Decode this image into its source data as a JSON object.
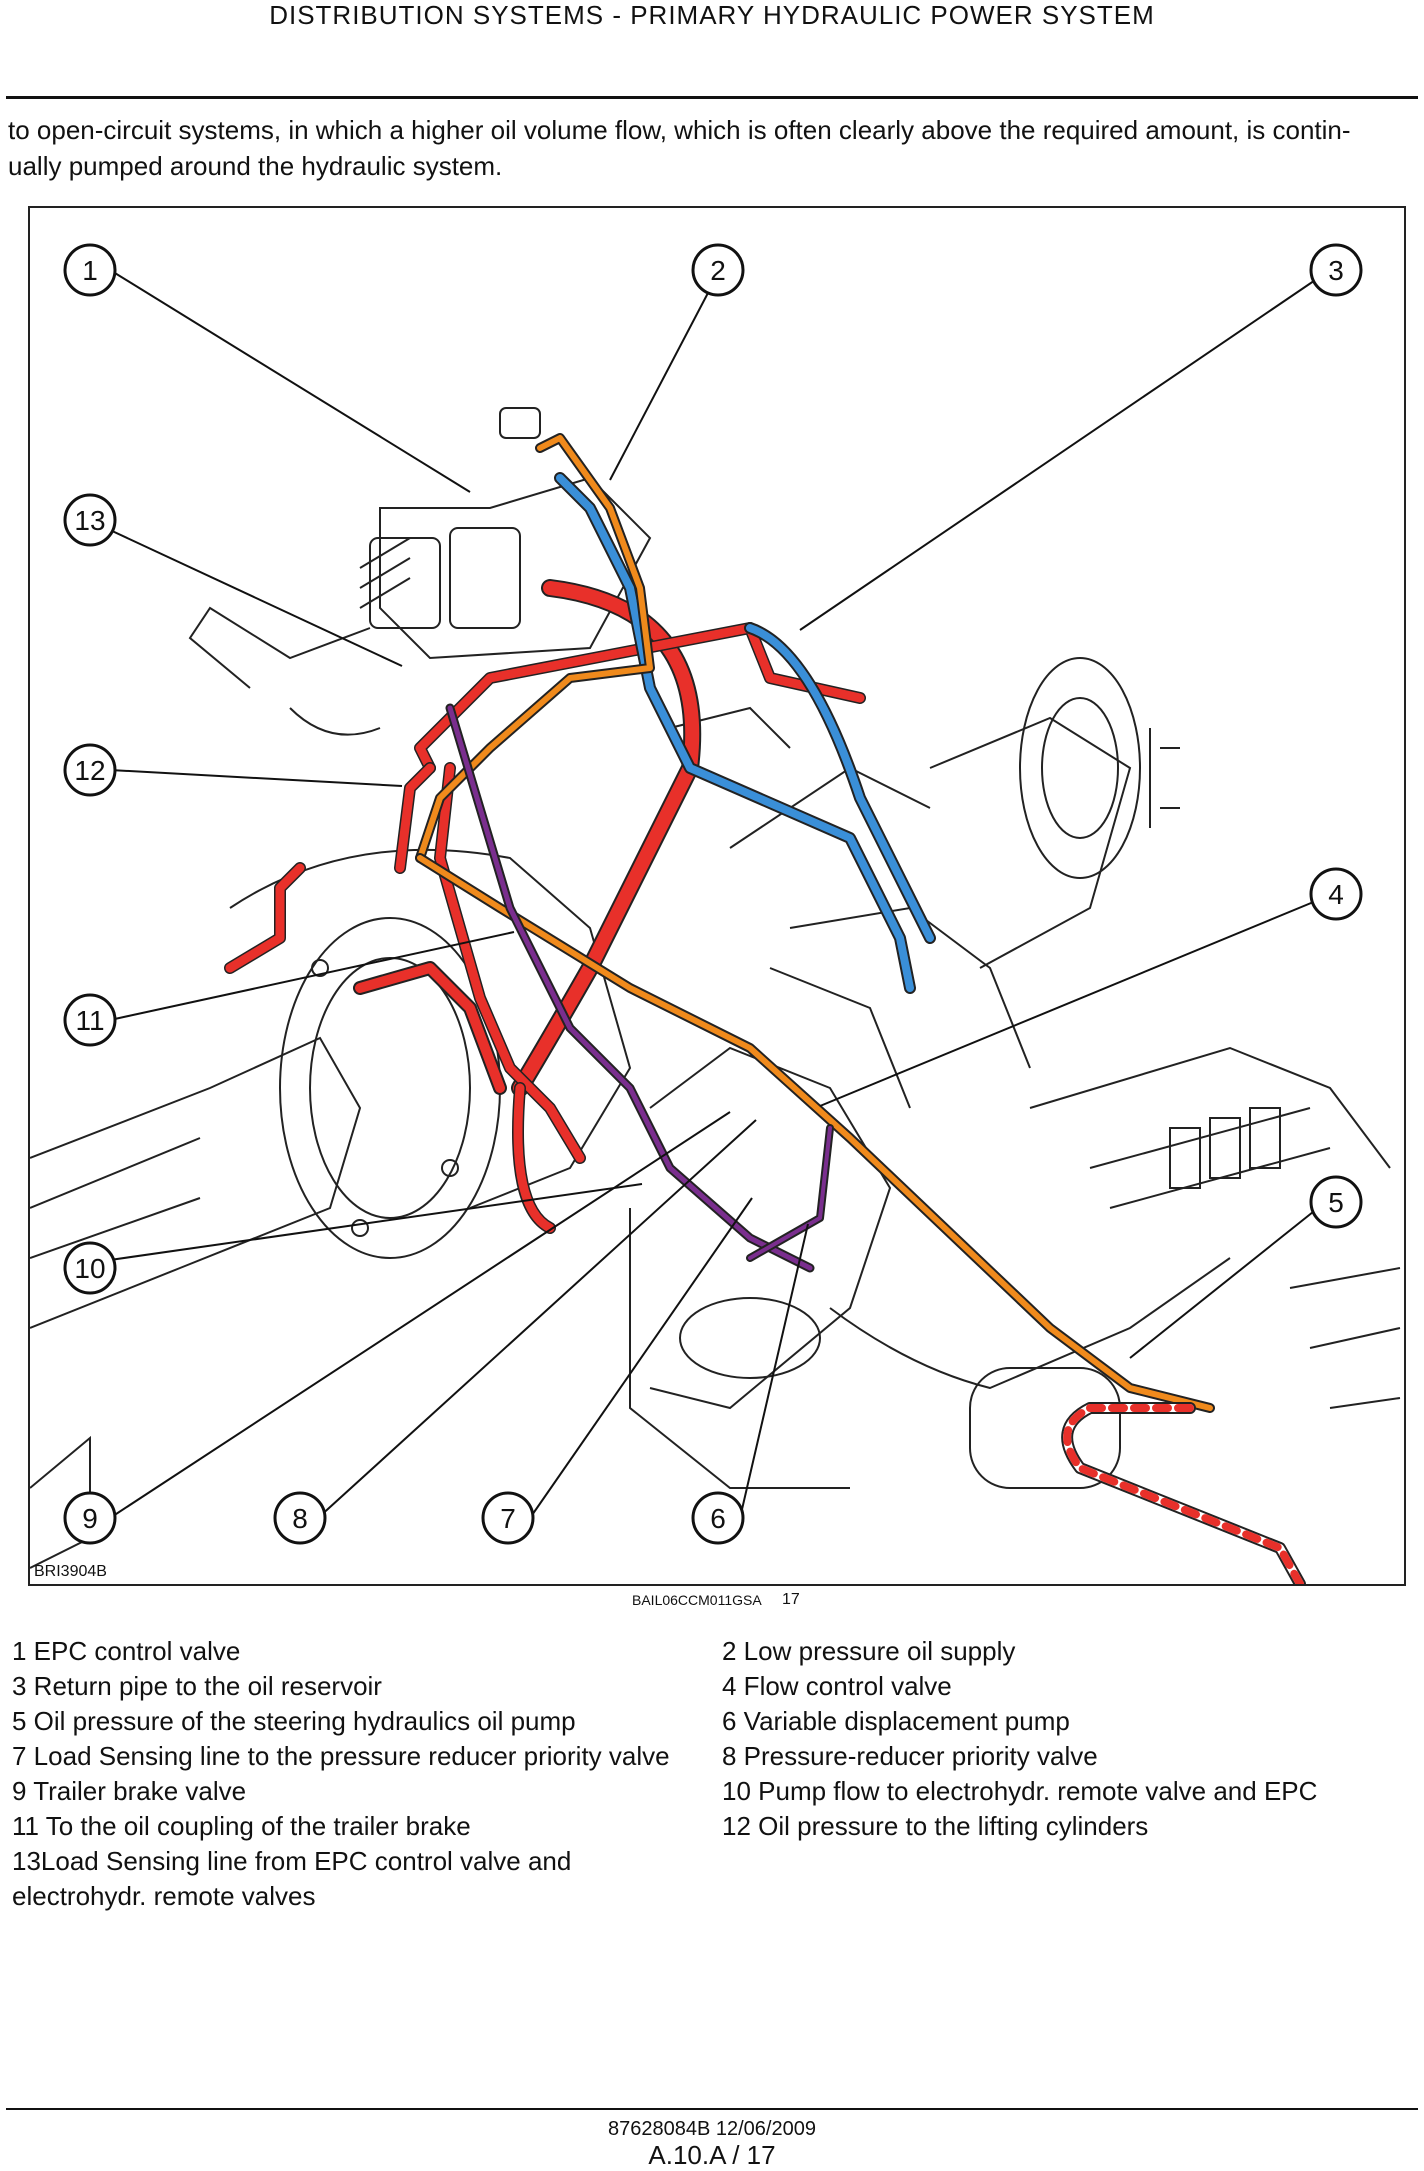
{
  "header": {
    "title": "DISTRIBUTION SYSTEMS - PRIMARY HYDRAULIC POWER SYSTEM"
  },
  "intro_text": "to open-circuit systems, in which a higher oil volume flow, which is often clearly above the required amount, is contin-\nually pumped around the hydraulic system.",
  "figure": {
    "drawing_id": "BRI3904B",
    "figure_id": "BAIL06CCM011GSA",
    "figure_number": "17",
    "callouts": [
      "1",
      "2",
      "3",
      "4",
      "5",
      "6",
      "7",
      "8",
      "9",
      "10",
      "11",
      "12",
      "13"
    ]
  },
  "legend": {
    "left": [
      "1 EPC control valve",
      "3 Return pipe to the oil reservoir",
      "5 Oil pressure of the steering hydraulics oil pump",
      "7 Load Sensing line to the pressure reducer priority valve",
      "9 Trailer brake valve",
      "11 To the oil coupling of the trailer brake",
      "13Load Sensing line from EPC control valve and electrohydr.  remote valves"
    ],
    "right": [
      "2 Low pressure oil supply",
      "4 Flow control valve",
      "6 Variable displacement pump",
      "8 Pressure-reducer priority valve",
      "10 Pump flow to electrohydr. remote valve and EPC",
      "12 Oil pressure to the lifting cylinders"
    ]
  },
  "footer": {
    "doc_number": "87628084B 12/06/2009",
    "page": "A.10.A / 17"
  },
  "colors": {
    "pressure": "#e8302a",
    "return": "#3a8fd8",
    "low_pressure": "#f08a1c",
    "load_sensing": "#7a2e8e"
  }
}
